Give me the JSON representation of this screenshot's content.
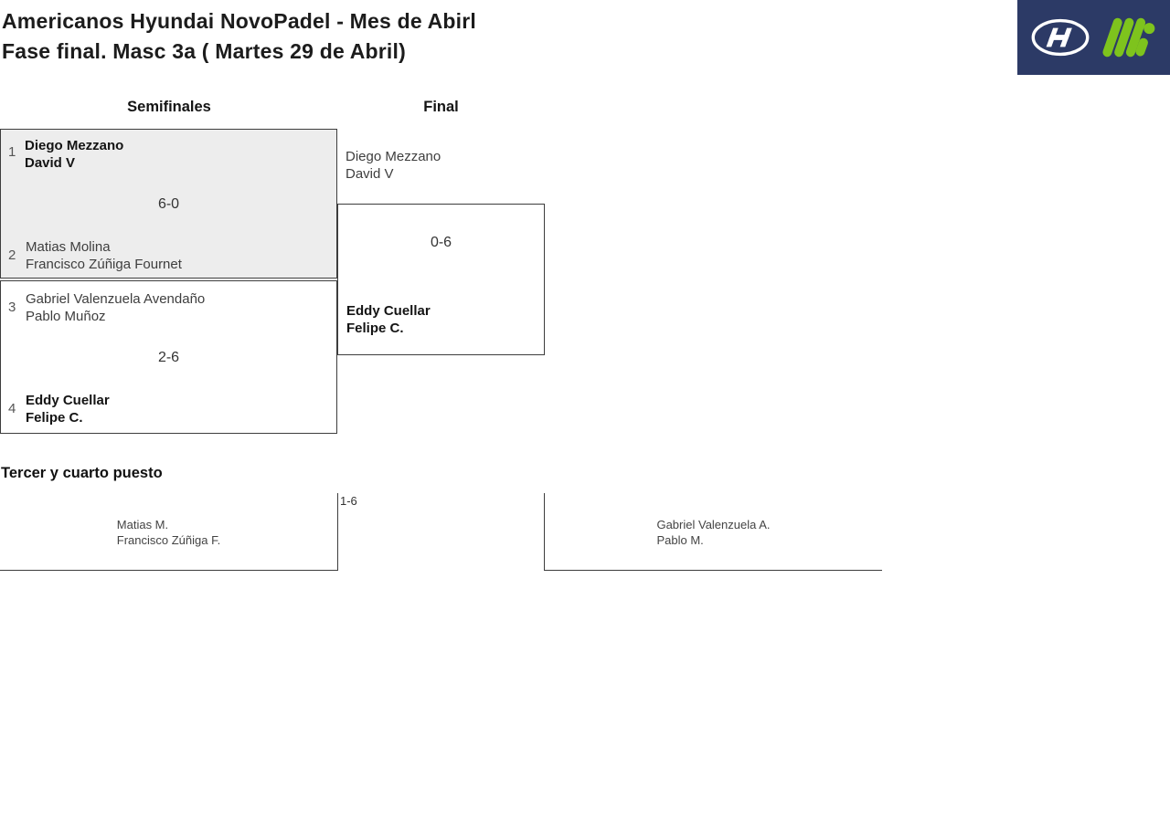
{
  "header": {
    "title_line1": "Americanos Hyundai NovoPadel - Mes de Abirl",
    "title_line2": "Fase final. Masc 3a ( Martes 29 de Abril)"
  },
  "logos": {
    "background_color": "#2c3a66",
    "hyundai_icon": "hyundai-logo",
    "m_icon": "m-dot-logo",
    "green_color": "#7ec31d",
    "white_color": "#ffffff"
  },
  "rounds": {
    "semifinals_label": "Semifinales",
    "final_label": "Final"
  },
  "bracket": {
    "semifinal1": {
      "seed_top": "1",
      "team_top": [
        "Diego Mezzano",
        "David V"
      ],
      "score": "6-0",
      "seed_bottom": "2",
      "team_bottom": [
        "Matias Molina",
        "Francisco Zúñiga Fournet"
      ]
    },
    "semifinal2": {
      "seed_top": "3",
      "team_top": [
        "Gabriel Valenzuela Avendaño",
        "Pablo Muñoz"
      ],
      "score": "2-6",
      "seed_bottom": "4",
      "team_bottom": [
        "Eddy Cuellar",
        "Felipe C."
      ]
    },
    "final": {
      "team_top": [
        "Diego Mezzano",
        "David V"
      ],
      "score": "0-6",
      "team_bottom": [
        "Eddy Cuellar",
        "Felipe C."
      ]
    }
  },
  "third_place": {
    "title": "Tercer y cuarto puesto",
    "team_left": [
      "Matias M.",
      "Francisco Zúñiga F."
    ],
    "score": "1-6",
    "team_right": [
      "Gabriel Valenzuela A.",
      "Pablo M."
    ]
  }
}
